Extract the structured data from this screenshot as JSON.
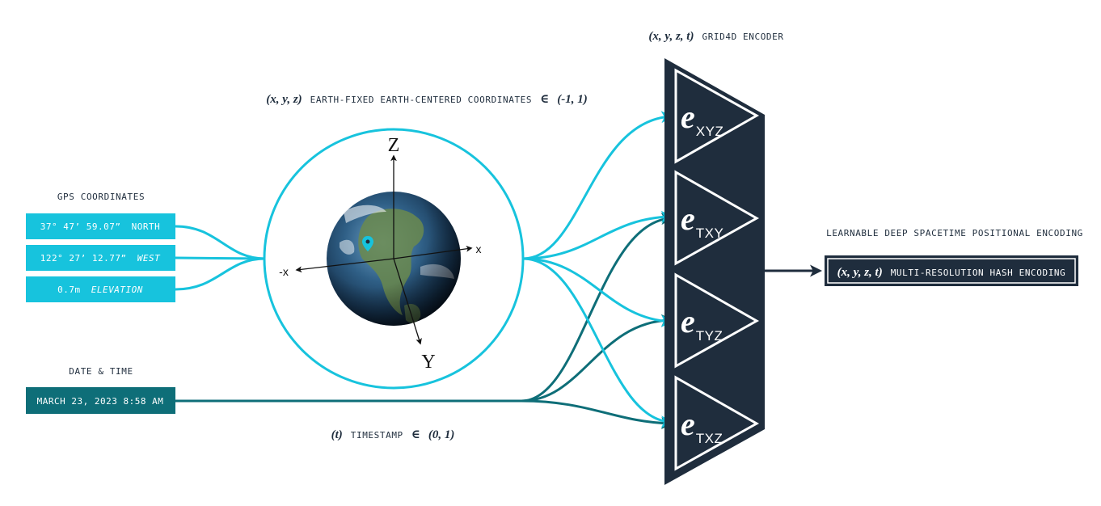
{
  "colors": {
    "cyan": "#17c3dd",
    "teal": "#0e6e78",
    "navy": "#1f2d3d",
    "white": "#ffffff"
  },
  "gps": {
    "title": "GPS COORDINATES",
    "lat": {
      "value": "37° 47’ 59.07”",
      "suffix": "NORTH"
    },
    "lon": {
      "value": "122° 27’ 12.77”",
      "suffix": "WEST"
    },
    "elev": {
      "value": "0.7m",
      "suffix": "ELEVATION"
    }
  },
  "datetime": {
    "title": "DATE & TIME",
    "value": "MARCH 23, 2023 8:58 AM"
  },
  "ecef": {
    "math": "(x, y, z)",
    "label": "EARTH-FIXED EARTH-CENTERED COORDINATES",
    "member": "∈",
    "range": "(-1, 1)"
  },
  "timestamp": {
    "math": "(t)",
    "label": "TIMESTAMP",
    "member": "∈",
    "range": "(0, 1)"
  },
  "globe": {
    "axes": {
      "z": "Z",
      "y": "Y",
      "x_pos": "x",
      "x_neg": "-x"
    },
    "icon": "map-pin-icon"
  },
  "encoder": {
    "math": "(x, y, z, t)",
    "label": "GRID4D ENCODER",
    "heads": [
      {
        "e": "e",
        "sub": "XYZ"
      },
      {
        "e": "e",
        "sub": "TXY"
      },
      {
        "e": "e",
        "sub": "TYZ"
      },
      {
        "e": "e",
        "sub": "TXZ"
      }
    ]
  },
  "output": {
    "title": "LEARNABLE DEEP SPACETIME POSITIONAL ENCODING",
    "math": "(x, y, z, t)",
    "label": "MULTI-RESOLUTION HASH ENCODING"
  }
}
